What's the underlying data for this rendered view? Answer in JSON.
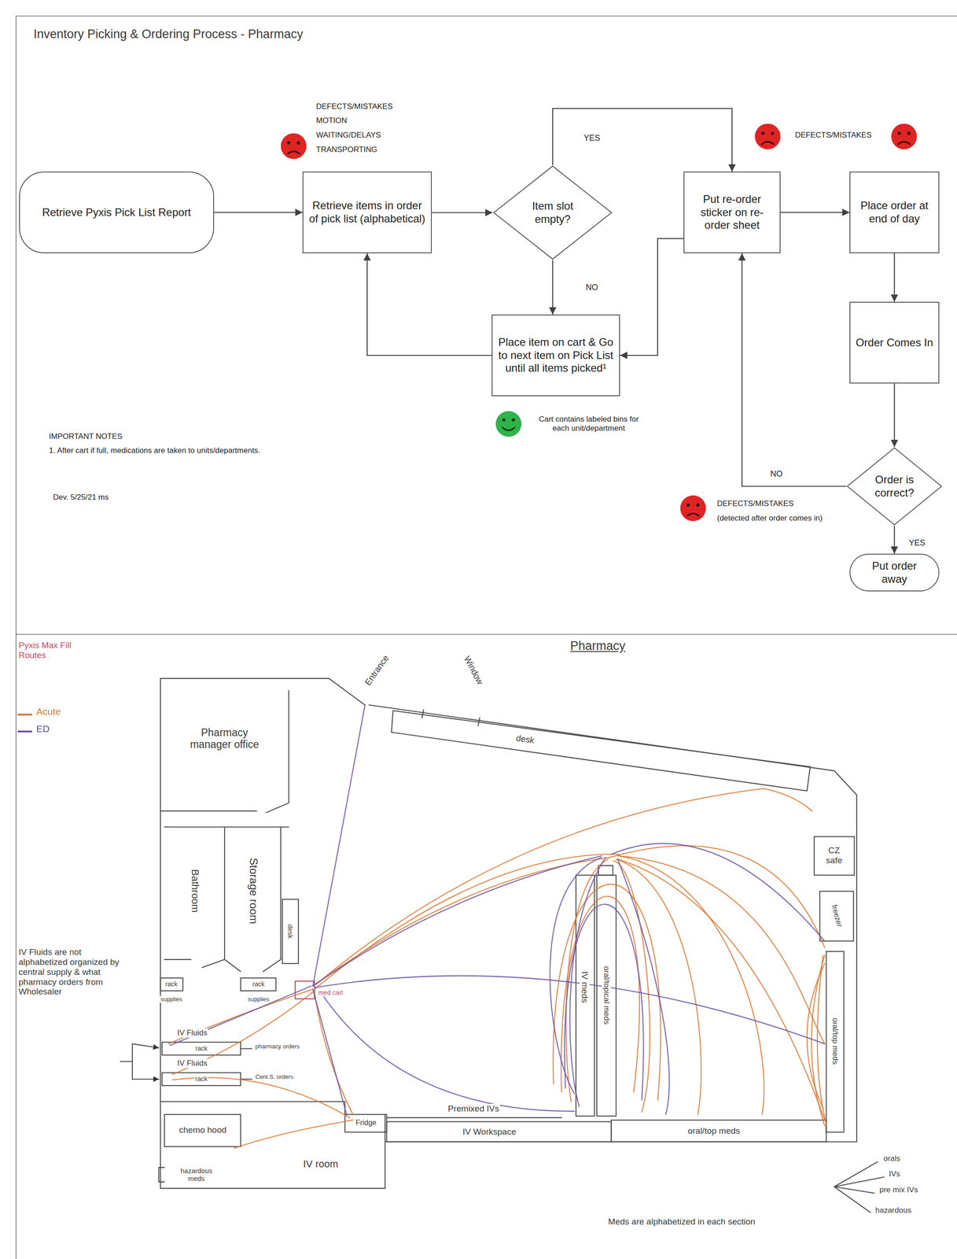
{
  "diagram": {
    "title": "Inventory Picking & Ordering Process - Pharmacy",
    "nodes": [
      {
        "text": [
          "Retrieve Pyxis Pick List Report"
        ]
      },
      {
        "text": [
          "Retrieve items in order of pick list (alphabetical)"
        ]
      },
      {
        "text": [
          "Item slot empty?"
        ]
      },
      {
        "text": [
          "Put re-order sticker on re-order sheet"
        ]
      },
      {
        "text": [
          "Place item on cart & Go to next item on Pick List until all items picked¹"
        ]
      },
      {
        "text": [
          "Place order at end of day"
        ]
      },
      {
        "text": [
          "Order Comes In"
        ]
      },
      {
        "text": [
          "Order is correct?"
        ]
      },
      {
        "text": [
          "Put order away"
        ]
      }
    ],
    "edges": [
      {
        "from": 0,
        "to": 1,
        "arrow": "to"
      },
      {
        "from": 1,
        "to": 2,
        "arrow": "to"
      },
      {
        "from": 2,
        "to": 3,
        "label": "YES",
        "arrow": "to"
      },
      {
        "from": 2,
        "to": 4,
        "label": "NO",
        "arrow": "to"
      },
      {
        "from": 4,
        "to": 1,
        "arrow": "to"
      },
      {
        "from": 3,
        "to": 4,
        "arrow": "to"
      },
      {
        "from": 3,
        "to": 5,
        "arrow": "to"
      },
      {
        "from": 5,
        "to": 6,
        "arrow": "to"
      },
      {
        "from": 6,
        "to": 7,
        "arrow": "to"
      },
      {
        "from": 7,
        "to": 3,
        "label": "NO",
        "arrow": "to"
      },
      {
        "from": 7,
        "to": 8,
        "label": "YES",
        "arrow": "to"
      }
    ],
    "labels": [
      "DEFECTS/MISTAKES",
      "MOTION",
      "WAITING/DELAYS",
      "TRANSPORTING",
      "DEFECTS/MISTAKES",
      "Cart contains labeled bins for each unit/department",
      "IMPORTANT NOTES",
      "1. After cart if full, medications are taken to units/departments.",
      "Dev. 5/25/21 ms",
      "DEFECTS/MISTAKES",
      "(detected after order comes in)",
      "Pyxis Max Fill Routes",
      "Pharmacy",
      "Entrance",
      "Window",
      "desk",
      "Pharmacy manager office",
      "Bathroom",
      "Storage room",
      "desk",
      "CZ safe",
      "freezer",
      "oral/top meds",
      "rack",
      "supplies",
      "rack",
      "supplies",
      "med cart",
      "IV Fluids",
      "rack",
      "IV Fluids",
      "rack",
      "pharmacy orders",
      "Cent.S. orders",
      "Fridge",
      "Premixed IVs",
      "IV Workspace",
      "oral/top meds",
      "IV meds",
      "oral/topical meds",
      "chemo hood",
      "IV room",
      "hazardous meds",
      "IV Fluids are not alphabetized organized by central supply & what pharmacy orders from Wholesaler",
      "Meds are alphabetized in each section",
      "orals",
      "IVs",
      "pre mix IVs",
      "hazardous"
    ],
    "legend": [
      {
        "text": "Acute"
      },
      {
        "text": "ED"
      }
    ]
  }
}
